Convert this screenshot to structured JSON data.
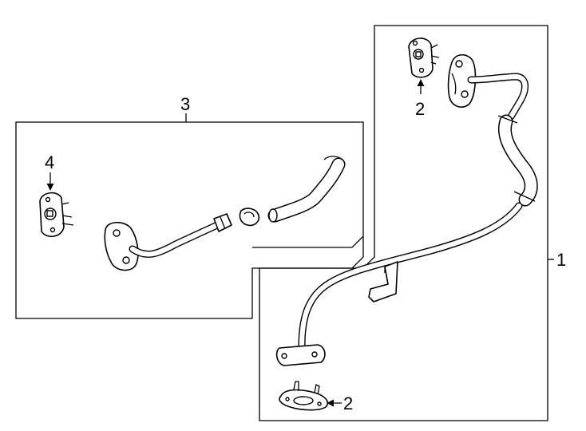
{
  "diagram": {
    "callouts": {
      "part1": "1",
      "part2_top": "2",
      "part2_bottom": "2",
      "part3": "3",
      "part4": "4"
    }
  }
}
